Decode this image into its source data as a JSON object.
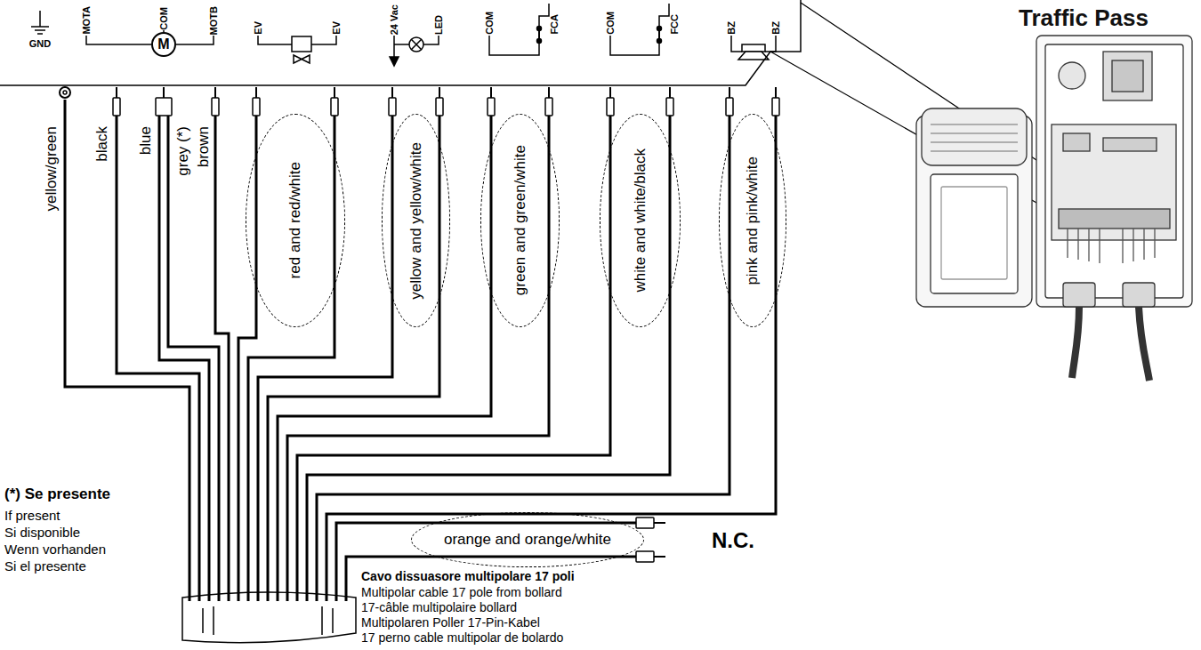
{
  "diagram": {
    "title": "Traffic Pass",
    "nodes": [
      {
        "text": [
          "M"
        ]
      },
      {
        "text": [
          "red and red/white"
        ]
      },
      {
        "text": [
          "yellow and yellow/white"
        ]
      },
      {
        "text": [
          "green and green/white"
        ]
      },
      {
        "text": [
          "white and white/black"
        ]
      },
      {
        "text": [
          "pink and pink/white"
        ]
      },
      {
        "text": [
          "orange and orange/white"
        ]
      }
    ],
    "labels": [
      "GND",
      "MOTA",
      "COM",
      "MOTB",
      "EV",
      "EV",
      "24 Vac",
      "LED",
      "COM",
      "FCA",
      "COM",
      "FCC",
      "BZ",
      "BZ",
      "yellow/green",
      "black",
      "blue",
      "grey (*)",
      "brown",
      "N.C.",
      "(*) Se presente",
      "If present",
      "Si disponible",
      "Wenn vorhanden",
      "Si el presente",
      "Cavo dissuasore multipolare 17 poli",
      "Multipolar cable 17 pole from bollard",
      "17-câble multipolaire bollard",
      "Multipolaren Poller 17-Pin-Kabel",
      "17 perno cable multipolar de bolardo"
    ]
  }
}
